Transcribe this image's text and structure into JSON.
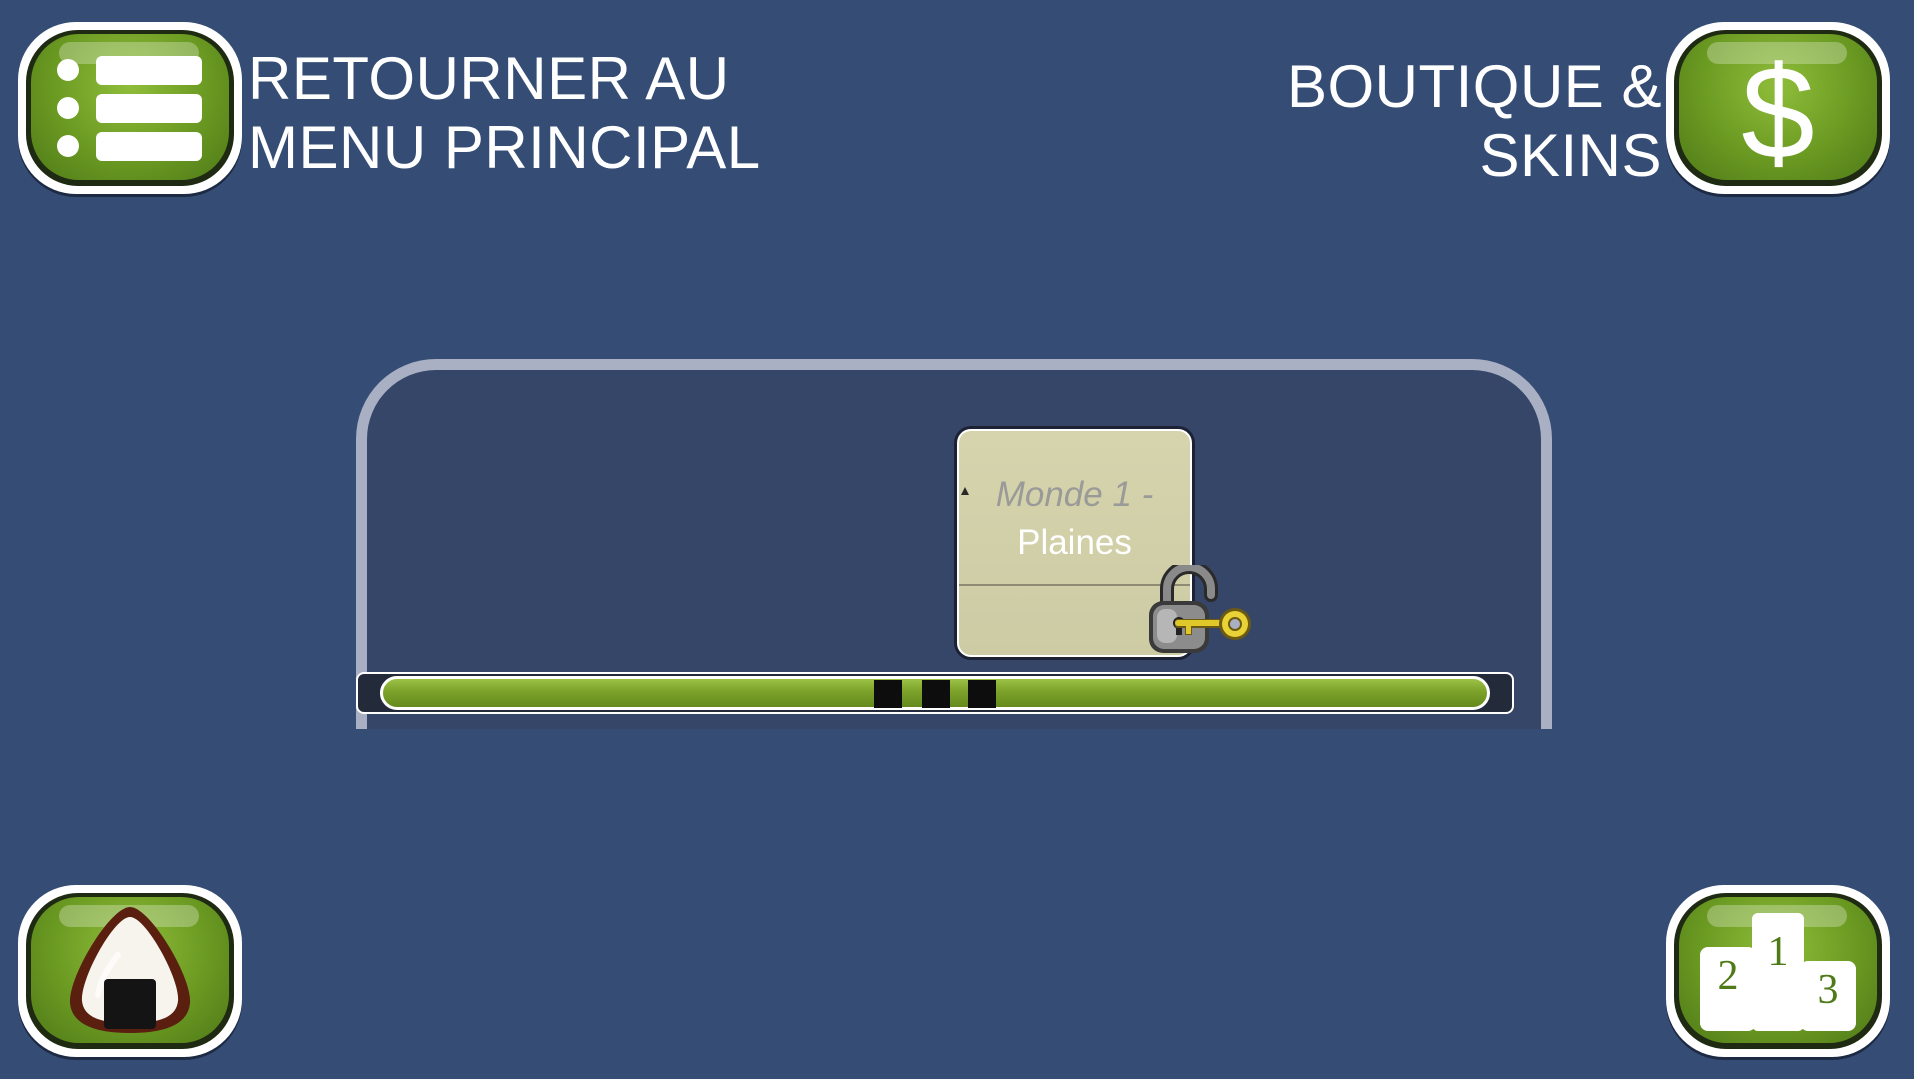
{
  "header": {
    "menu_label_line1": "RETOURNER AU",
    "menu_label_line2": "MENU PRINCIPAL",
    "shop_label_line1": "BOUTIQUE &",
    "shop_label_line2": "SKINS",
    "shop_symbol": "$"
  },
  "world_card": {
    "title": "Monde 1 -",
    "subtitle": "Plaines",
    "locked": true
  },
  "leaderboard": {
    "podium": [
      "1",
      "2",
      "3"
    ]
  },
  "icons": {
    "menu": "list-icon",
    "shop": "dollar-icon",
    "food": "onigiri-icon",
    "leaderboard": "podium-icon",
    "lock": "padlock-key-icon"
  },
  "colors": {
    "background": "#354c75",
    "button_green": "#6b9a22",
    "card": "#d6d4ad",
    "scroll_green": "#7ea42c"
  }
}
